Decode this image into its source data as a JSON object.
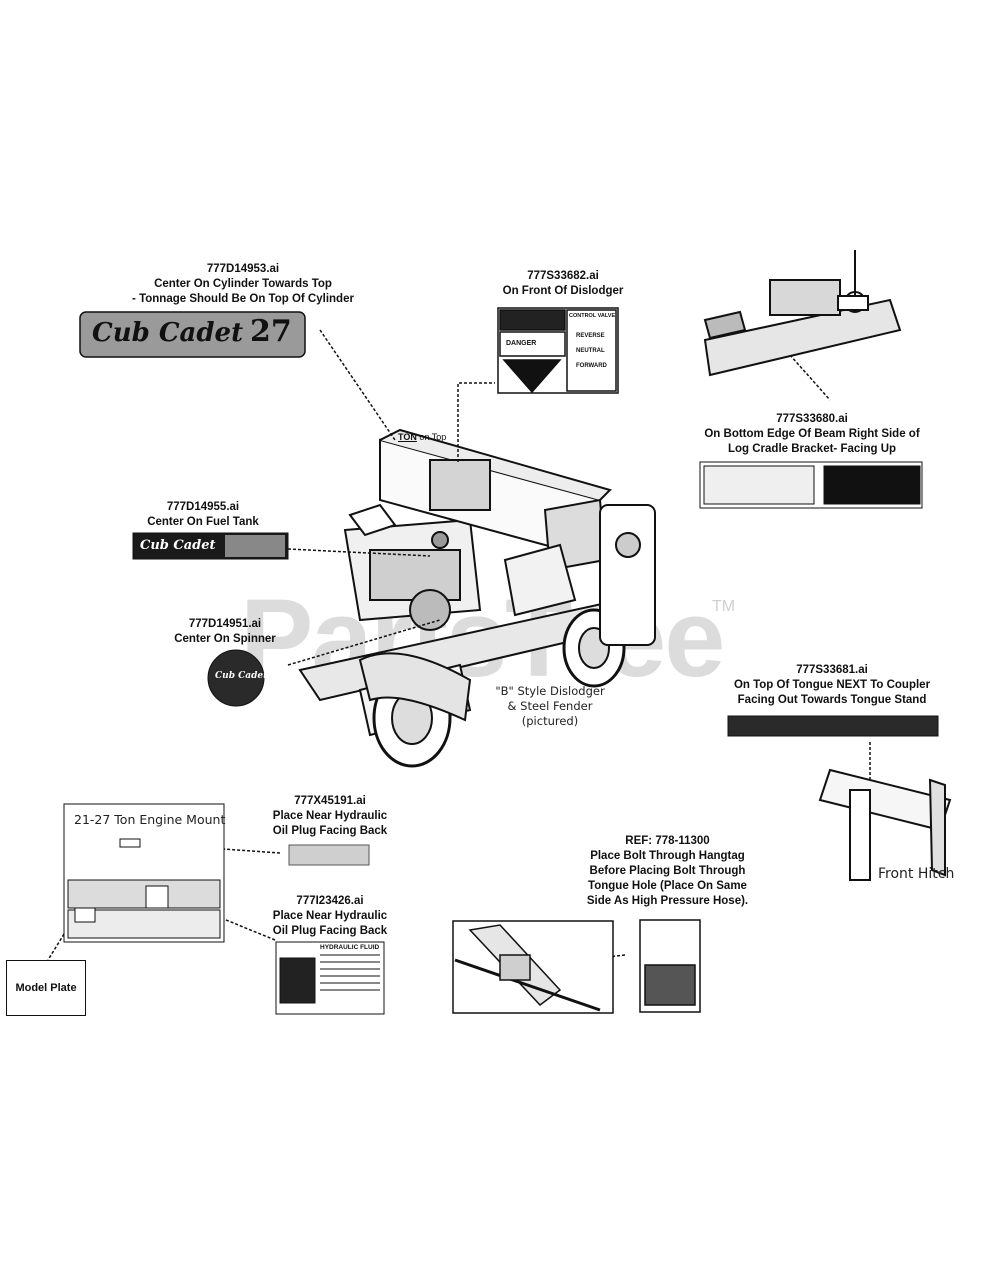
{
  "watermark": {
    "text": "PartsTree",
    "tm": "TM"
  },
  "labels": {
    "d14953": {
      "part": "777D14953.ai",
      "line1": "Center On Cylinder Towards Top",
      "line2": "- Tonnage Should Be On Top Of Cylinder"
    },
    "s33682": {
      "part": "777S33682.ai",
      "line1": "On Front Of Dislodger"
    },
    "s33680": {
      "part": "777S33680.ai",
      "line1": "On Bottom Edge Of Beam Right Side of",
      "line2": "Log Cradle Bracket- Facing Up"
    },
    "d14955": {
      "part": "777D14955.ai",
      "line1": "Center On Fuel Tank"
    },
    "d14951": {
      "part": "777D14951.ai",
      "line1": "Center On Spinner"
    },
    "s33681": {
      "part": "777S33681.ai",
      "line1": "On Top Of Tongue NEXT To Coupler",
      "line2": "Facing Out Towards Tongue Stand"
    },
    "x45191": {
      "part": "777X45191.ai",
      "line1": "Place Near Hydraulic",
      "line2": "Oil Plug Facing Back"
    },
    "i23426": {
      "part": "777I23426.ai",
      "line1": "Place Near Hydraulic",
      "line2": "Oil Plug Facing Back"
    },
    "ref": {
      "part": "REF: 778-11300",
      "line1": "Place Bolt Through Hangtag",
      "line2": "Before Placing Bolt Through",
      "line3": "Tongue Hole (Place On Same",
      "line4": "Side As High Pressure Hose)."
    }
  },
  "decals": {
    "logo_big": "Cub Cadet",
    "tonnage": "27",
    "logo_fuel": "Cub Cadet",
    "logo_spinner": "Cub Cadet",
    "ton_on_top_bold": "TON",
    "ton_on_top_rest": " on Top",
    "hydraulic_fluid": "HYDRAULIC FLUID",
    "control_title": "CONTROL VALVE",
    "reverse": "REVERSE",
    "neutral": "NEUTRAL",
    "forward": "FORWARD",
    "danger": "DANGER"
  },
  "captions": {
    "dislodger": [
      "\"B\" Style Dislodger",
      "& Steel Fender",
      "(pictured)"
    ],
    "engine_mount": "21-27 Ton Engine Mount",
    "model_plate": "Model Plate",
    "front_hitch": "Front Hitch"
  }
}
